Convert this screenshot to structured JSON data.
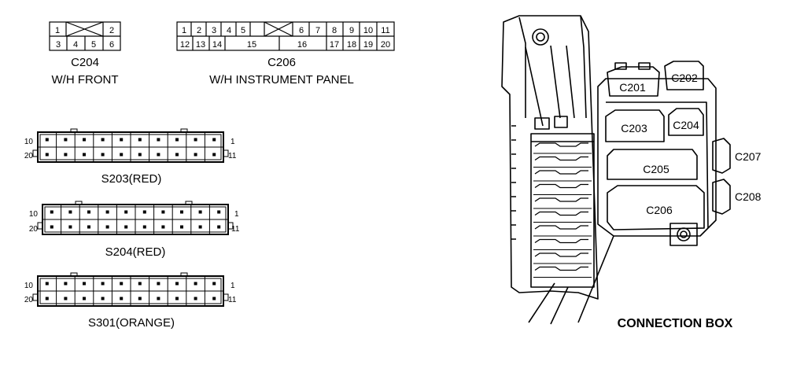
{
  "c204": {
    "top_pins": [
      "1",
      "2"
    ],
    "bottom_pins": [
      "3",
      "4",
      "5",
      "6"
    ],
    "code": "C204",
    "name": "W/H FRONT"
  },
  "c206": {
    "top_pins": [
      "1",
      "2",
      "3",
      "4",
      "5",
      "6",
      "7",
      "8",
      "9",
      "10",
      "11"
    ],
    "bottom_pins": [
      "12",
      "13",
      "14",
      "15",
      "16",
      "17",
      "18",
      "19",
      "20"
    ],
    "code": "C206",
    "name": "W/H INSTRUMENT PANEL"
  },
  "splices": [
    {
      "label": "S203(RED)",
      "left_top": "10",
      "left_bottom": "20",
      "right_top": "1",
      "right_bottom": "11"
    },
    {
      "label": "S204(RED)",
      "left_top": "10",
      "left_bottom": "20",
      "right_top": "1",
      "right_bottom": "11"
    },
    {
      "label": "S301(ORANGE)",
      "left_top": "10",
      "left_bottom": "20",
      "right_top": "1",
      "right_bottom": "11"
    }
  ],
  "box": {
    "connectors": [
      "C201",
      "C202",
      "C203",
      "C204",
      "C205",
      "C206",
      "C207",
      "C208"
    ],
    "title": "CONNECTION BOX"
  }
}
